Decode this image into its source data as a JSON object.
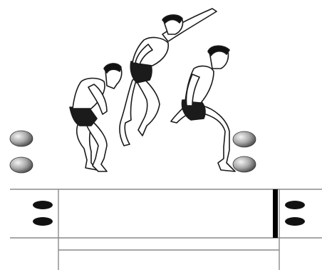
{
  "illustration": {
    "subject": "jump-sequence-figures",
    "figures": [
      {
        "pose": "crouch-takeoff",
        "icon": "athlete-crouch-figure"
      },
      {
        "pose": "airborne-arm-swing",
        "icon": "athlete-flight-figure"
      },
      {
        "pose": "landing-crouch",
        "icon": "athlete-landing-figure"
      }
    ],
    "markers": {
      "left_pair": "grey-sphere-markers",
      "right_pair": "grey-sphere-markers"
    },
    "board": {
      "left_marks": "black-oval-marks",
      "right_marks": "black-oval-marks",
      "line": "black-vertical-bar"
    }
  },
  "colors": {
    "ink": "#111111",
    "skin_outline": "#1a1a1a",
    "shorts": "#1b1b1b",
    "sphere_dark": "#5a5a5a",
    "sphere_light": "#e6e6e6",
    "line": "#777777",
    "bar": "#000000"
  }
}
